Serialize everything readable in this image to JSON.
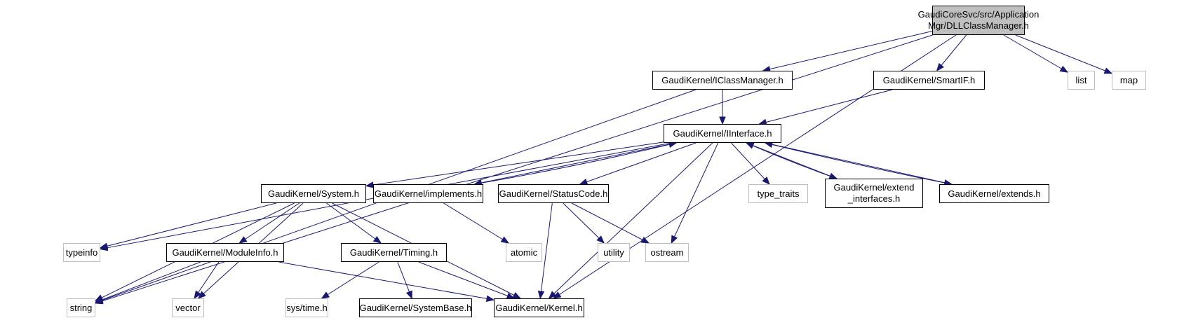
{
  "graph": {
    "title": "Include dependency graph for DLLClassManager.h",
    "colors": {
      "edge": "#191970",
      "root_fill": "#bfbfbf",
      "node_border": "#000000",
      "external_border": "#bfbfbf"
    },
    "nodes": [
      {
        "id": "root",
        "label": "GaudiCoreSvc/src/Application\nMgr/DLLClassManager.h",
        "kind": "root"
      },
      {
        "id": "iclassmanager",
        "label": "GaudiKernel/IClassManager.h",
        "kind": "internal"
      },
      {
        "id": "smartif",
        "label": "GaudiKernel/SmartIF.h",
        "kind": "internal"
      },
      {
        "id": "list",
        "label": "list",
        "kind": "external"
      },
      {
        "id": "map",
        "label": "map",
        "kind": "external"
      },
      {
        "id": "iinterface",
        "label": "GaudiKernel/IInterface.h",
        "kind": "internal"
      },
      {
        "id": "system",
        "label": "GaudiKernel/System.h",
        "kind": "internal"
      },
      {
        "id": "implements",
        "label": "GaudiKernel/implements.h",
        "kind": "internal"
      },
      {
        "id": "statuscode",
        "label": "GaudiKernel/StatusCode.h",
        "kind": "internal"
      },
      {
        "id": "type_traits",
        "label": "type_traits",
        "kind": "external"
      },
      {
        "id": "extend_interfaces",
        "label": "GaudiKernel/extend\n_interfaces.h",
        "kind": "internal"
      },
      {
        "id": "extends",
        "label": "GaudiKernel/extends.h",
        "kind": "internal"
      },
      {
        "id": "typeinfo",
        "label": "typeinfo",
        "kind": "external"
      },
      {
        "id": "moduleinfo",
        "label": "GaudiKernel/ModuleInfo.h",
        "kind": "internal"
      },
      {
        "id": "timing",
        "label": "GaudiKernel/Timing.h",
        "kind": "internal"
      },
      {
        "id": "atomic",
        "label": "atomic",
        "kind": "external"
      },
      {
        "id": "utility",
        "label": "utility",
        "kind": "external"
      },
      {
        "id": "ostream",
        "label": "ostream",
        "kind": "external"
      },
      {
        "id": "string",
        "label": "string",
        "kind": "external"
      },
      {
        "id": "vector",
        "label": "vector",
        "kind": "external"
      },
      {
        "id": "systime",
        "label": "sys/time.h",
        "kind": "external"
      },
      {
        "id": "systembase",
        "label": "GaudiKernel/SystemBase.h",
        "kind": "internal"
      },
      {
        "id": "kernel",
        "label": "GaudiKernel/Kernel.h",
        "kind": "internal"
      }
    ],
    "edges": [
      [
        "root",
        "string"
      ],
      [
        "root",
        "iclassmanager"
      ],
      [
        "root",
        "smartif"
      ],
      [
        "root",
        "kernel"
      ],
      [
        "root",
        "list"
      ],
      [
        "root",
        "map"
      ],
      [
        "iclassmanager",
        "iinterface"
      ],
      [
        "iclassmanager",
        "string"
      ],
      [
        "smartif",
        "iinterface"
      ],
      [
        "iinterface",
        "typeinfo"
      ],
      [
        "iinterface",
        "system"
      ],
      [
        "iinterface",
        "implements"
      ],
      [
        "iinterface",
        "statuscode"
      ],
      [
        "iinterface",
        "ostream"
      ],
      [
        "iinterface",
        "kernel"
      ],
      [
        "iinterface",
        "type_traits"
      ],
      [
        "iinterface",
        "extend_interfaces"
      ],
      [
        "iinterface",
        "extends"
      ],
      [
        "implements",
        "iinterface"
      ],
      [
        "extend_interfaces",
        "iinterface"
      ],
      [
        "extends",
        "iinterface"
      ],
      [
        "implements",
        "atomic"
      ],
      [
        "system",
        "typeinfo"
      ],
      [
        "system",
        "string"
      ],
      [
        "system",
        "moduleinfo"
      ],
      [
        "system",
        "vector"
      ],
      [
        "system",
        "timing"
      ],
      [
        "system",
        "kernel"
      ],
      [
        "statuscode",
        "kernel"
      ],
      [
        "statuscode",
        "utility"
      ],
      [
        "statuscode",
        "ostream"
      ],
      [
        "moduleinfo",
        "string"
      ],
      [
        "moduleinfo",
        "vector"
      ],
      [
        "moduleinfo",
        "kernel"
      ],
      [
        "timing",
        "systime"
      ],
      [
        "timing",
        "systembase"
      ],
      [
        "timing",
        "kernel"
      ]
    ]
  }
}
